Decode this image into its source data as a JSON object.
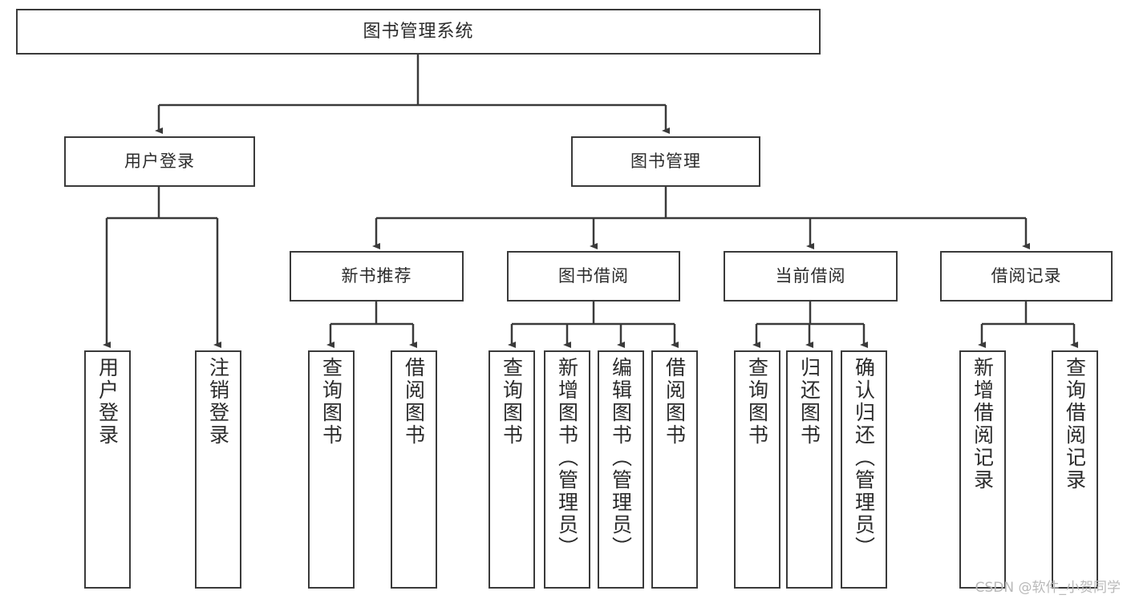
{
  "diagram": {
    "type": "tree-hierarchy",
    "title": "图书管理系统",
    "watermark": "CSDN @软件_小贺同学",
    "colors": {
      "box_border": "#3a3a3a",
      "box_fill": "#ffffff",
      "edge": "#3a3a3a",
      "text": "#2b2b2b",
      "watermark": "#b9b9b9",
      "background": "#ffffff"
    },
    "root": {
      "label": "图书管理系统"
    },
    "level1": [
      {
        "label": "用户登录"
      },
      {
        "label": "图书管理"
      }
    ],
    "level2": [
      {
        "label": "新书推荐"
      },
      {
        "label": "图书借阅"
      },
      {
        "label": "当前借阅"
      },
      {
        "label": "借阅记录"
      }
    ],
    "leaves": {
      "用户登录": [
        {
          "label": "用户登录"
        },
        {
          "label": "注销登录"
        }
      ],
      "新书推荐": [
        {
          "label": "查询图书"
        },
        {
          "label": "借阅图书"
        }
      ],
      "图书借阅": [
        {
          "label": "查询图书"
        },
        {
          "label": "新增图书（管理员）"
        },
        {
          "label": "编辑图书（管理员）"
        },
        {
          "label": "借阅图书"
        }
      ],
      "当前借阅": [
        {
          "label": "查询图书"
        },
        {
          "label": "归还图书"
        },
        {
          "label": "确认归还（管理员）"
        }
      ],
      "借阅记录": [
        {
          "label": "新增借阅记录"
        },
        {
          "label": "查询借阅记录"
        }
      ]
    }
  }
}
